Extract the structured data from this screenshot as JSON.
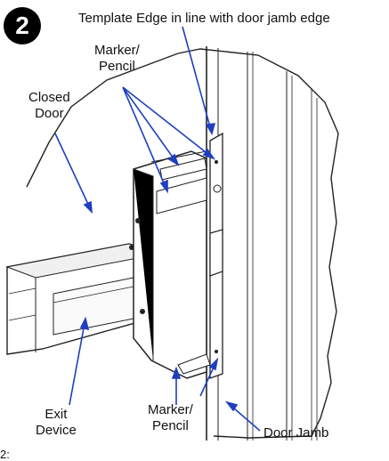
{
  "step_number": "2",
  "labels": {
    "template_edge": "Template Edge in line with door jamb edge",
    "marker_top_line1": "Marker/",
    "marker_top_line2": "Pencil",
    "closed_door_line1": "Closed",
    "closed_door_line2": "Door",
    "exit_device_line1": "Exit",
    "exit_device_line2": "Device",
    "marker_bottom_line1": "Marker/",
    "marker_bottom_line2": "Pencil",
    "door_jamb": "Door Jamb",
    "cut_off_fragment": "2:"
  },
  "colors": {
    "arrow": "#1f3fbf",
    "outline": "#222222",
    "background": "#ffffff"
  }
}
